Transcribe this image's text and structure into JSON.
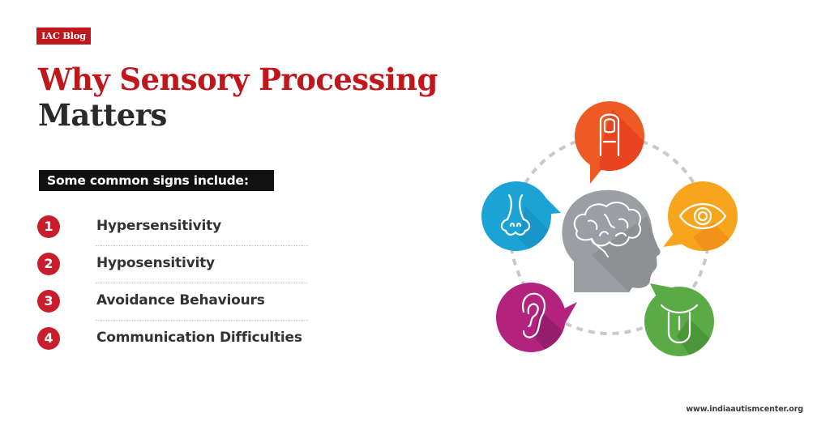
{
  "header": {
    "tag": "IAC Blog",
    "title_line1": "Why Sensory Processing",
    "title_line2": "Matters"
  },
  "signs": {
    "heading": "Some common signs include:",
    "items": [
      {
        "number": "1",
        "label": "Hypersensitivity"
      },
      {
        "number": "2",
        "label": "Hyposensitivity"
      },
      {
        "number": "3",
        "label": "Avoidance Behaviours"
      },
      {
        "number": "4",
        "label": "Communication Difficulties"
      }
    ]
  },
  "illustration": {
    "center": "head-brain-icon",
    "senses": [
      {
        "name": "touch",
        "icon": "finger-icon",
        "color": "#ee5a24"
      },
      {
        "name": "sight",
        "icon": "eye-icon",
        "color": "#f7a51c"
      },
      {
        "name": "taste",
        "icon": "tongue-icon",
        "color": "#5aab46"
      },
      {
        "name": "hearing",
        "icon": "ear-icon",
        "color": "#b3237e"
      },
      {
        "name": "smell",
        "icon": "nose-icon",
        "color": "#1ba3d6"
      }
    ]
  },
  "colors": {
    "brand_red": "#c0171c",
    "dark_text": "#2a2a2a"
  },
  "footer": {
    "website": "www.indiaautismcenter.org"
  }
}
